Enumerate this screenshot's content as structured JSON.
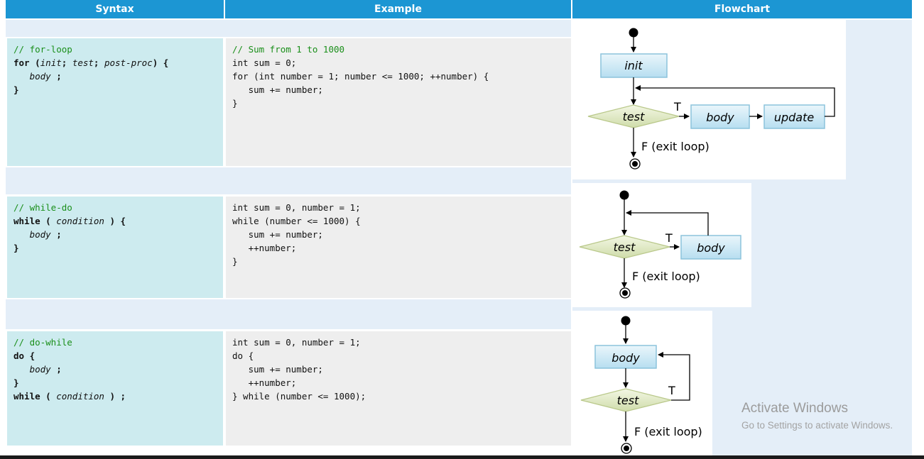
{
  "headers": {
    "syntax": "Syntax",
    "example": "Example",
    "flowchart": "Flowchart"
  },
  "rows": [
    {
      "syntax": {
        "comment": "// for-loop",
        "kw1": "for",
        "p1": " (",
        "i1": "init",
        "p2": "; ",
        "i2": "test",
        "p3": "; ",
        "i3": "post-proc",
        "p4": ") {",
        "body": "body",
        "body_end": " ;",
        "close": "}"
      },
      "example": {
        "comment": "// Sum from 1 to 1000",
        "lines": [
          "int sum = 0;",
          "for (int number = 1; number <= 1000; ++number) {",
          "   sum += number;",
          "}"
        ]
      },
      "flow": {
        "init": "init",
        "test": "test",
        "body": "body",
        "update": "update",
        "true_label": "T",
        "false_label": "F (exit loop)"
      }
    },
    {
      "syntax": {
        "comment": "// while-do",
        "kw1": "while",
        "p1": " ( ",
        "i1": "condition",
        "p2": " ) {",
        "body": "body",
        "body_end": " ;",
        "close": "}"
      },
      "example": {
        "lines": [
          "int sum = 0, number = 1;",
          "while (number <= 1000) {",
          "   sum += number;",
          "   ++number;",
          "}"
        ]
      },
      "flow": {
        "test": "test",
        "body": "body",
        "true_label": "T",
        "false_label": "F (exit loop)"
      }
    },
    {
      "syntax": {
        "comment": "// do-while",
        "kw1": "do",
        "p1": " {",
        "body": "body",
        "body_end": " ;",
        "close": "}",
        "kw2": "while",
        "p2": " ( ",
        "i1": "condition",
        "p3": " ) ;"
      },
      "example": {
        "lines": [
          "int sum = 0, number = 1;",
          "do {",
          "   sum += number;",
          "   ++number;",
          "} while (number <= 1000);"
        ]
      },
      "flow": {
        "body": "body",
        "test": "test",
        "true_label": "T",
        "false_label": "F (exit loop)"
      }
    }
  ],
  "watermark": {
    "title": "Activate Windows",
    "subtitle": "Go to Settings to activate Windows."
  },
  "colors": {
    "header": "#1c96d3",
    "syntax_bg": "#cdebef",
    "example_bg": "#eeeeee",
    "gap_bg": "#e4eef8",
    "comment": "#1a8f1a"
  }
}
